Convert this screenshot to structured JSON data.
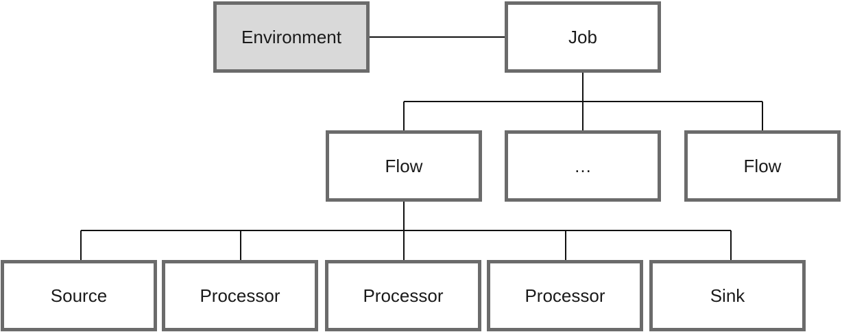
{
  "diagram": {
    "nodes": {
      "environment": "Environment",
      "job": "Job",
      "flow_left": "Flow",
      "flow_middle": "…",
      "flow_right": "Flow",
      "source": "Source",
      "processor_1": "Processor",
      "processor_2": "Processor",
      "processor_3": "Processor",
      "sink": "Sink"
    },
    "colors": {
      "box_border": "#6b6b6b",
      "highlight_fill": "#d9d9d9",
      "connector": "#111111",
      "text": "#1a1a1a"
    }
  }
}
